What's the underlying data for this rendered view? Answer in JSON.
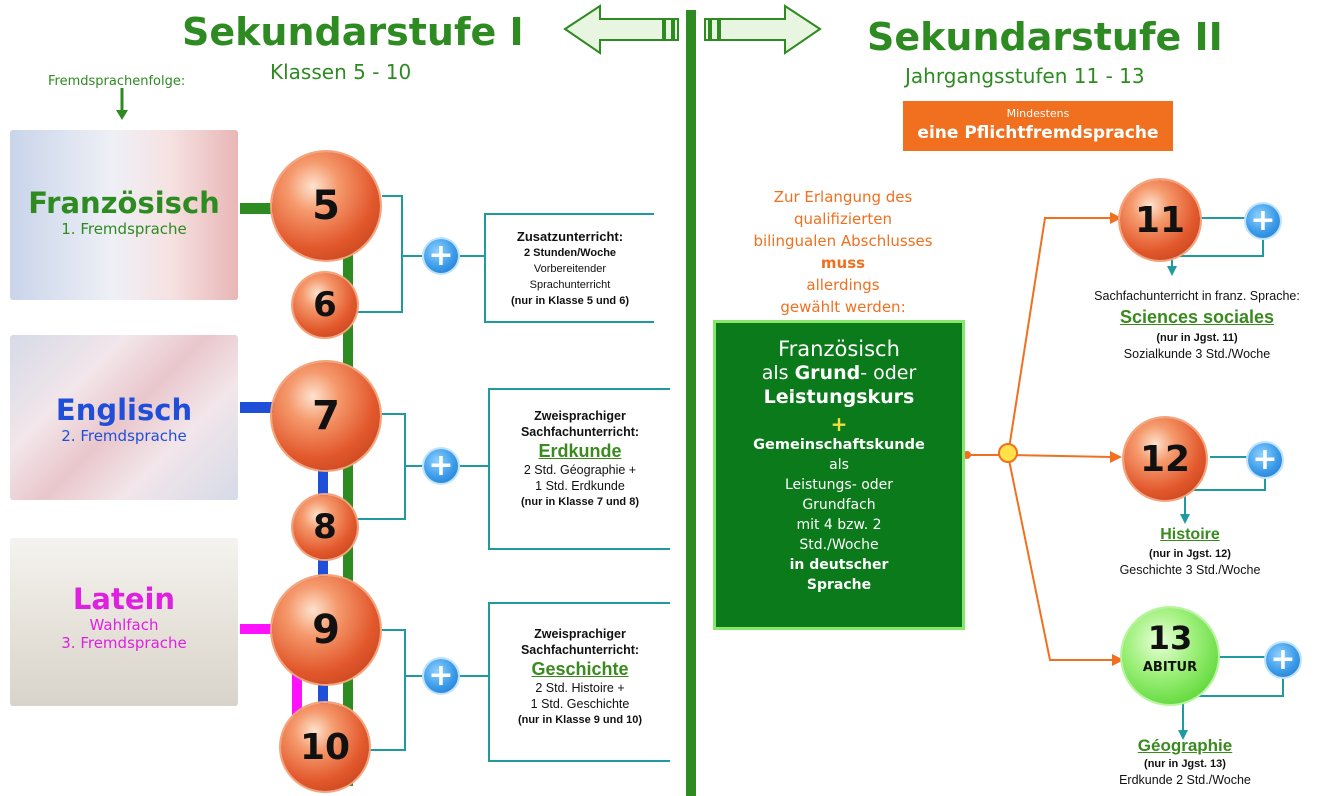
{
  "left": {
    "title": "Sekundarstufe I",
    "subtitle": "Klassen 5 - 10",
    "sequence_label": "Fremdsprachenfolge:",
    "languages": [
      {
        "name": "Französisch",
        "detail": "1. Fremdsprache",
        "color": "#2e8b22"
      },
      {
        "name": "Englisch",
        "detail": "2. Fremdsprache",
        "color": "#1f4fd8"
      },
      {
        "name": "Latein",
        "detail1": "Wahlfach",
        "detail2": "3. Fremdsprache",
        "color": "#e020e0"
      }
    ],
    "classes": [
      "5",
      "6",
      "7",
      "8",
      "9",
      "10"
    ],
    "boxes": [
      {
        "title": "Zusatzunterricht:",
        "l1": "2 Stunden/Woche",
        "l2": "Vorbereitender",
        "l3": "Sprachunterricht",
        "note": "(nur in Klasse 5 und 6)"
      },
      {
        "title1": "Zweisprachiger",
        "title2": "Sachfachunterricht:",
        "subject": "Erdkunde",
        "l1": "2 Std. Géographie +",
        "l2": "1 Std. Erdkunde",
        "note": "(nur in Klasse 7 und 8)"
      },
      {
        "title1": "Zweisprachiger",
        "title2": "Sachfachunterricht:",
        "subject": "Geschichte",
        "l1": "2 Std. Histoire +",
        "l2": "1 Std. Geschichte",
        "note": "(nur in Klasse 9 und 10)"
      }
    ]
  },
  "right": {
    "title": "Sekundarstufe II",
    "subtitle": "Jahrgangsstufen 11 - 13",
    "badge_small": "Mindestens",
    "badge_big": "eine Pflichtfremdsprache",
    "intro": [
      "Zur Erlangung des",
      "qualifizierten",
      "bilingualen Abschlusses",
      "muss",
      "allerdings",
      "gewählt werden:"
    ],
    "green_box": {
      "l1": "Französisch",
      "l2a": "als ",
      "l2b": "Grund",
      "l2c": "- oder",
      "l3": "Leistungskurs",
      "plus": "+",
      "l4": "Gemeinschaftskunde",
      "l5": "als",
      "l6": "Leistungs- oder",
      "l7": "Grundfach",
      "l8": "mit 4 bzw. 2",
      "l9": "Std./Woche",
      "l10": "in deutscher",
      "l11": "Sprache"
    },
    "years": [
      {
        "num": "11",
        "caption": "Sachfachunterricht in franz. Sprache:",
        "subject": "Sciences sociales",
        "note": "(nur in Jgst. 11)",
        "detail": "Sozialkunde 3 Std./Woche"
      },
      {
        "num": "12",
        "subject": "Histoire",
        "note": "(nur in Jgst. 12)",
        "detail": "Geschichte 3 Std./Woche"
      },
      {
        "num": "13",
        "label": "ABITUR",
        "subject": "Géographie",
        "note": "(nur in Jgst. 13)",
        "detail": "Erdkunde 2 Std./Woche"
      }
    ],
    "plus_symbol": "+"
  },
  "colors": {
    "green": "#2e8b22",
    "blue": "#1f4fd8",
    "magenta": "#ff10ff",
    "teal": "#1e9aa0",
    "orange": "#f07020",
    "dark_green_box": "#0a7a1a"
  }
}
